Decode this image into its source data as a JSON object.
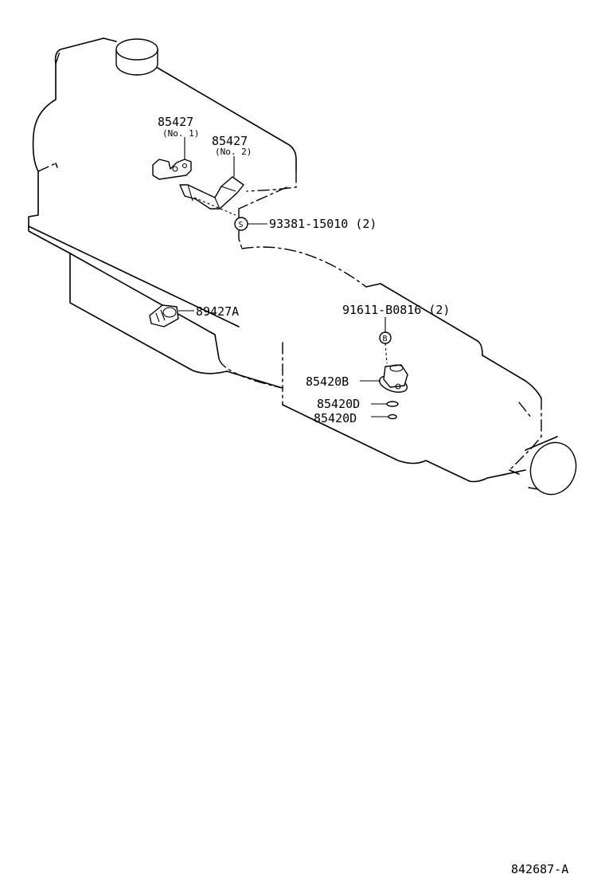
{
  "labels": {
    "p85427_no1": "85427",
    "p85427_no1_sub": "(No. 1)",
    "p85427_no2": "85427",
    "p85427_no2_sub": "(No. 2)",
    "p93381": "93381-15010 (2)",
    "p93381_symbol": "S",
    "p89427a": "89427A",
    "p91611": "91611-B0816 (2)",
    "p91611_symbol": "B",
    "p85420b": "85420B",
    "p85420d_1": "85420D",
    "p85420d_2": "85420D"
  },
  "reference_number": "842687-A"
}
